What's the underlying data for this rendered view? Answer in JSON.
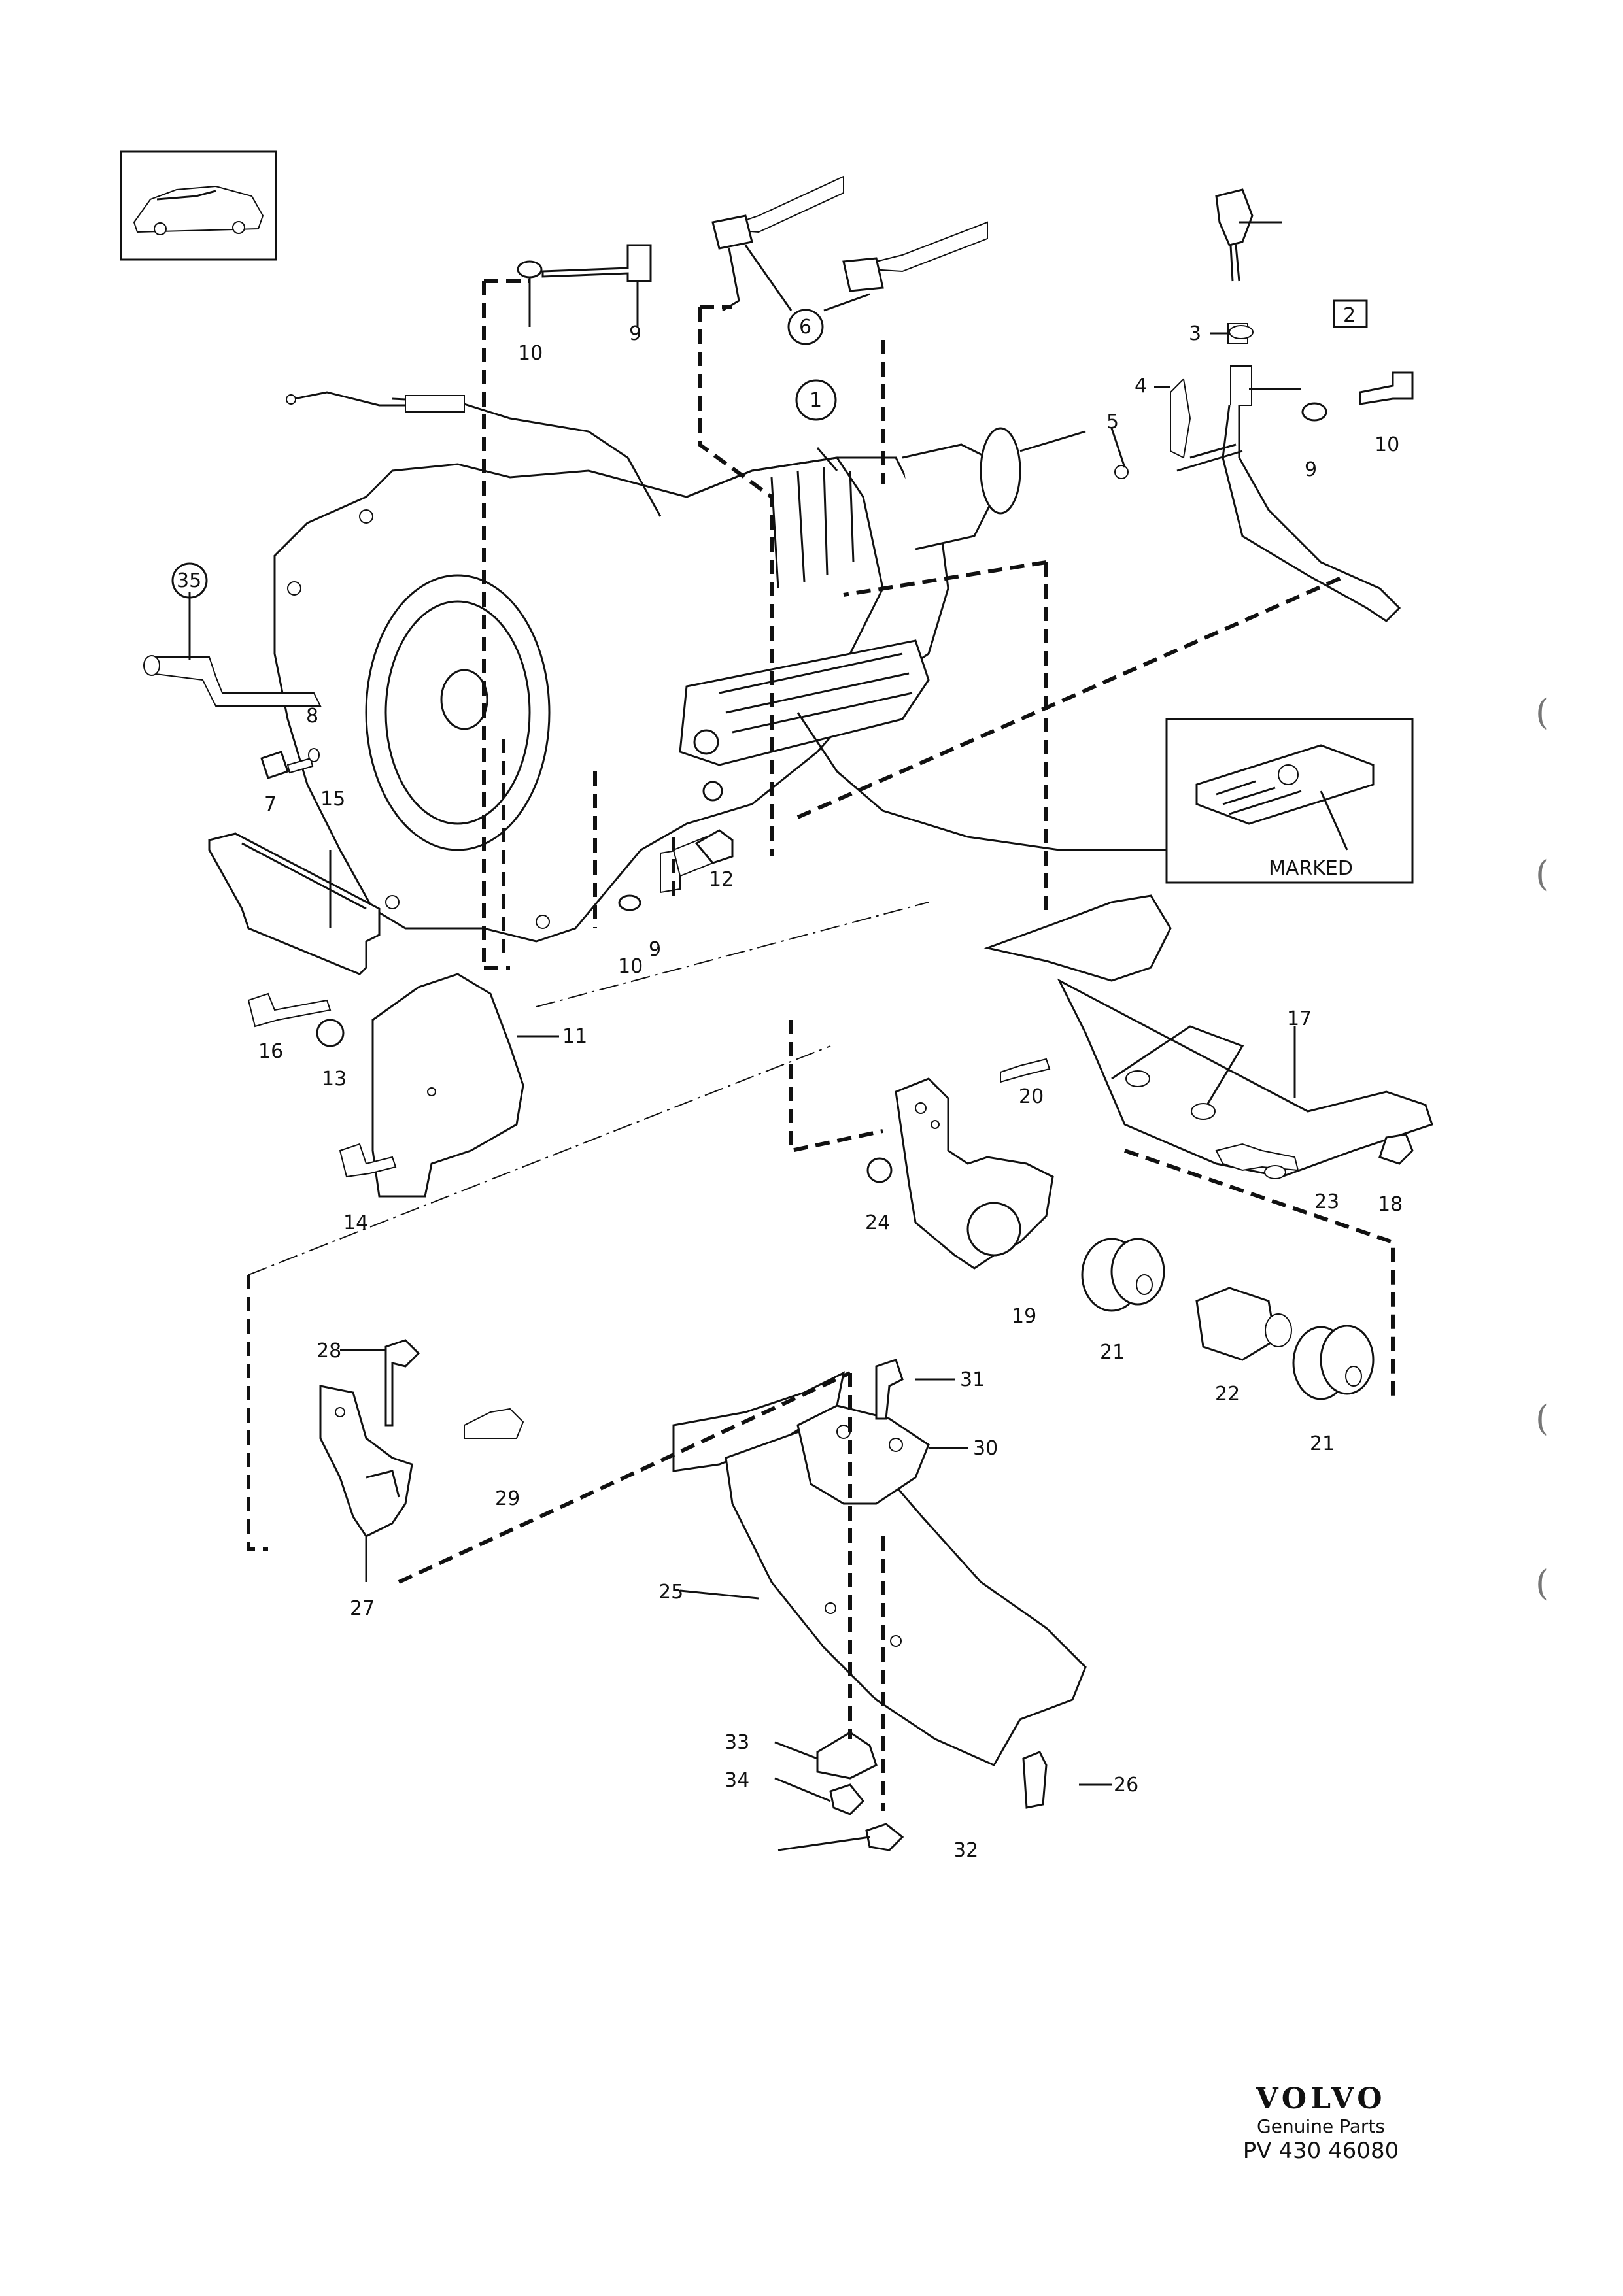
{
  "callouts": {
    "c1": "1",
    "c2": "2",
    "c3": "3",
    "c4": "4",
    "c5": "5",
    "c6": "6",
    "c7": "7",
    "c8": "8",
    "c9a": "9",
    "c9b": "9",
    "c9c": "9",
    "c10a": "10",
    "c10b": "10",
    "c10c": "10",
    "c11": "11",
    "c12": "12",
    "c13": "13",
    "c14": "14",
    "c15": "15",
    "c16": "16",
    "c17": "17",
    "c18": "18",
    "c19": "19",
    "c20": "20",
    "c21a": "21",
    "c21b": "21",
    "c22": "22",
    "c23": "23",
    "c24": "24",
    "c25": "25",
    "c26": "26",
    "c27": "27",
    "c28": "28",
    "c29": "29",
    "c30": "30",
    "c31": "31",
    "c32": "32",
    "c33": "33",
    "c34": "34",
    "c35": "35"
  },
  "detail": {
    "marked_label": "MARKED"
  },
  "footer": {
    "brand": "VOLVO",
    "subtitle": "Genuine Parts",
    "code": "PV 430 46080"
  },
  "margin_marks": [
    "(",
    "(",
    "(",
    "("
  ]
}
